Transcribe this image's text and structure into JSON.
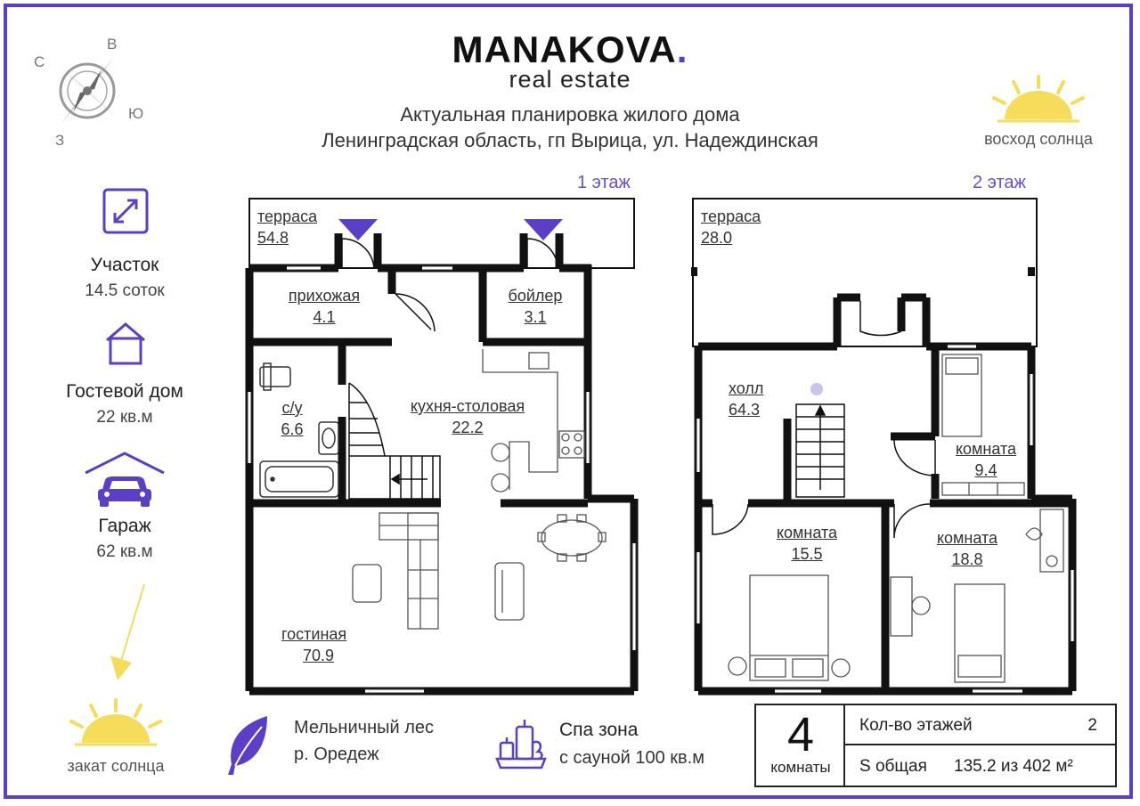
{
  "brand": {
    "name": "MANAKOVA",
    "dot": ".",
    "subtitle": "real estate"
  },
  "description": {
    "line1": "Актуальная  планировка жилого дома",
    "line2": "Ленинградская область, гп Вырица, ул. Надеждинская"
  },
  "compass": {
    "north": "С",
    "east": "В",
    "south": "Ю",
    "west": "З"
  },
  "sunrise": {
    "label": "восход солнца"
  },
  "sunset": {
    "label": "закат солнца"
  },
  "side_info": [
    {
      "icon": "expand-arrows-icon",
      "title": "Участок",
      "value": "14.5 соток"
    },
    {
      "icon": "house-outline-icon",
      "title": "Гостевой дом",
      "value": "22 кв.м"
    },
    {
      "icon": "garage-car-icon",
      "title": "Гараж",
      "value": "62 кв.м"
    }
  ],
  "floor1": {
    "label": "1 этаж",
    "rooms": [
      {
        "name": "терраса",
        "area": "54.8"
      },
      {
        "name": "прихожая",
        "area": "4.1"
      },
      {
        "name": "бойлер",
        "area": "3.1"
      },
      {
        "name": "с/у",
        "area": "6.6"
      },
      {
        "name": "кухня-столовая",
        "area": "22.2"
      },
      {
        "name": "гостиная",
        "area": "70.9"
      }
    ]
  },
  "floor2": {
    "label": "2 этаж",
    "rooms": [
      {
        "name": "терраса",
        "area": "28.0"
      },
      {
        "name": "холл",
        "area": "64.3"
      },
      {
        "name": "комната",
        "area": "9.4"
      },
      {
        "name": "комната",
        "area": "15.5"
      },
      {
        "name": "комната",
        "area": "18.8"
      }
    ]
  },
  "features": [
    {
      "icon": "leaf-icon",
      "title": "Мельничный лес",
      "subtitle": "р. Оредеж"
    },
    {
      "icon": "spa-candles-icon",
      "title": "Спа зона",
      "subtitle": "с сауной 100 кв.м"
    }
  ],
  "summary": {
    "rooms_count": "4",
    "rooms_word": "комнаты",
    "floors_label": "Кол-во этажей",
    "floors_value": "2",
    "area_label": "S общая",
    "area_value": "135.2 из 402 м²"
  },
  "colors": {
    "accent": "#5b3fc4",
    "sun": "#f5dc5a",
    "wall": "#111111"
  }
}
